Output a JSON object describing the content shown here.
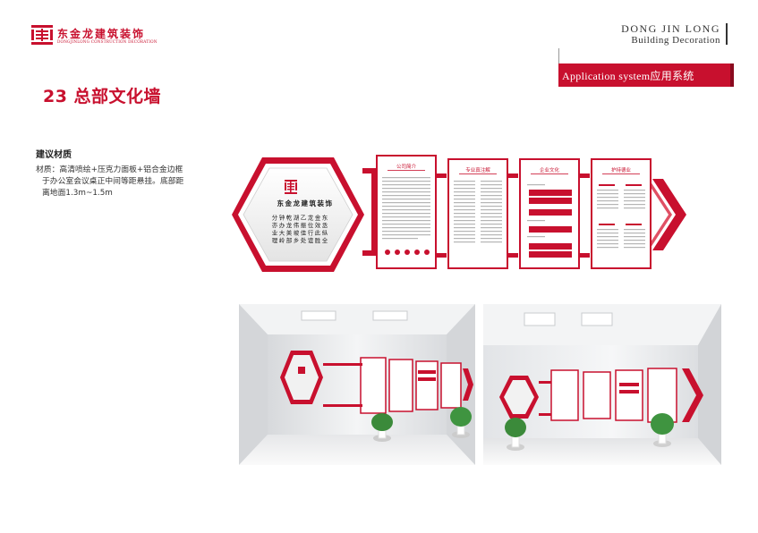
{
  "header": {
    "logo_cn": "东金龙建筑装饰",
    "logo_en": "DONGJINLONG CONSTRUCTION DECORATION",
    "brand_line1": "DONG JIN LONG",
    "brand_line2": "Building Decoration",
    "application_label": "Application system应用系统"
  },
  "section": {
    "title": "23 总部文化墙"
  },
  "materials": {
    "title": "建议材质",
    "lines": [
      "材质：高清喷绘+压克力面板+铝合金边框",
      "于办公室会议桌正中间等距悬挂。底部距",
      "离地面1.3m~1.5m"
    ]
  },
  "wall": {
    "hex_company_name": "东金龙建筑装饰",
    "hex_slogan_columns": [
      "东丞纵全",
      "金效此胜",
      "龙位行谊",
      "乙振佳处",
      "湖伟坡乡",
      "乾龙美部",
      "钟办大岭",
      "分亦业理"
    ],
    "panels": [
      {
        "title": "公司简介"
      },
      {
        "title": "专业真注解"
      },
      {
        "title": "企业文化"
      },
      {
        "title": "护持德业"
      }
    ]
  },
  "colors": {
    "brand_red": "#c8102e",
    "dark_red": "#8a0a1f",
    "text_dark": "#222222"
  }
}
